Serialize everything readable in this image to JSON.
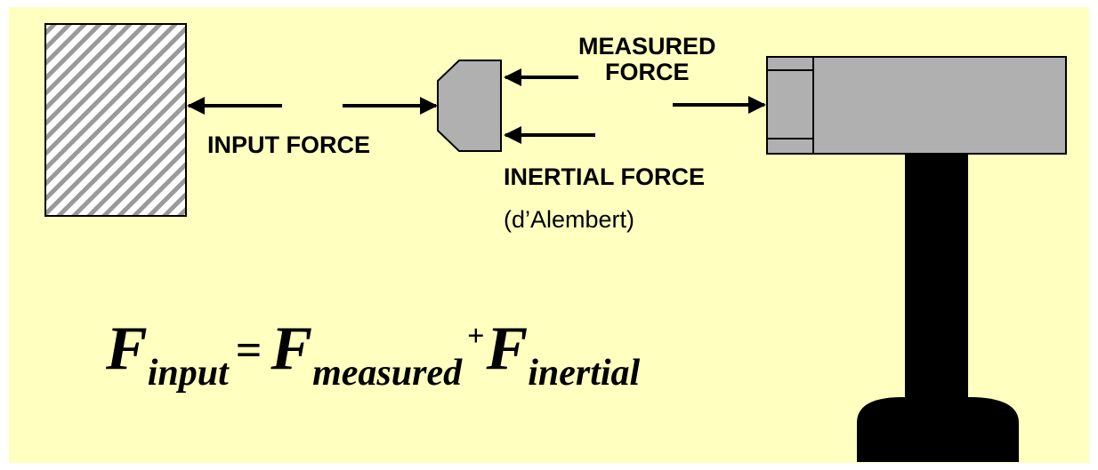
{
  "colors": {
    "background": "#ffffc0",
    "sensor": "#b0b0b0",
    "outline": "#000000",
    "hatch": "#9a9a9a",
    "stand": "#000000"
  },
  "labels": {
    "input_force": "INPUT FORCE",
    "measured_force_line1": "MEASURED",
    "measured_force_line2": "FORCE",
    "inertial_force": "INERTIAL FORCE",
    "inertial_note": "(d’Alembert)"
  },
  "equation": {
    "lhs_symbol": "F",
    "lhs_sub": "input",
    "equals": "=",
    "term1_symbol": "F",
    "term1_sub": "measured",
    "plus": "+",
    "term2_symbol": "F",
    "term2_sub": "inertial"
  }
}
